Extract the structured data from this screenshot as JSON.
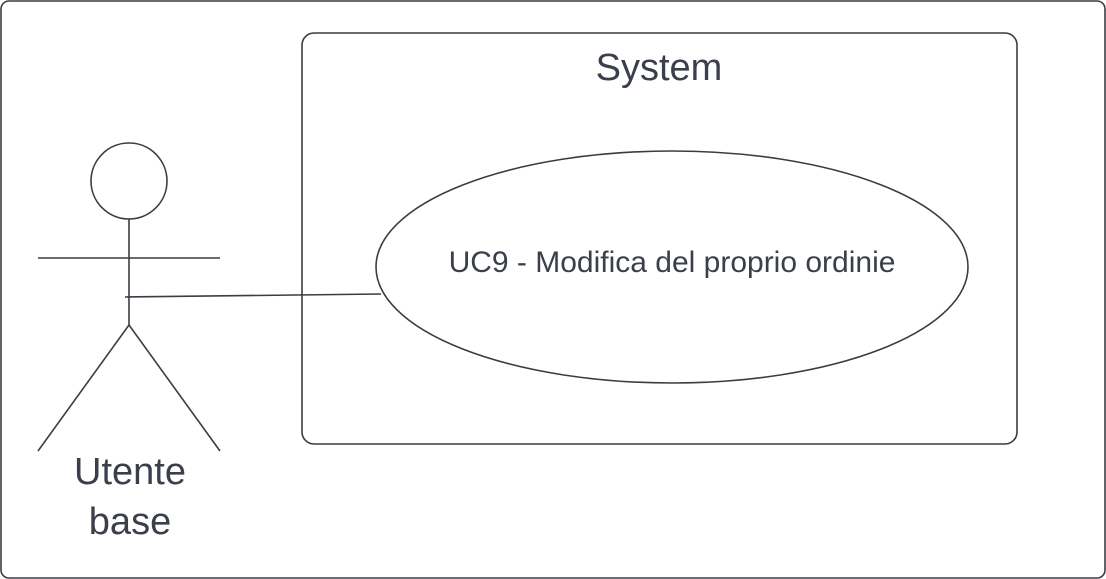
{
  "diagram": {
    "system_boundary": {
      "title": "System"
    },
    "use_case": {
      "label": "UC9 - Modifica del proprio ordinie"
    },
    "actor": {
      "name_line1": "Utente",
      "name_line2": "base"
    },
    "colors": {
      "stroke": "#3a3d44",
      "text": "#3b3f4b",
      "background": "#ffffff"
    }
  }
}
